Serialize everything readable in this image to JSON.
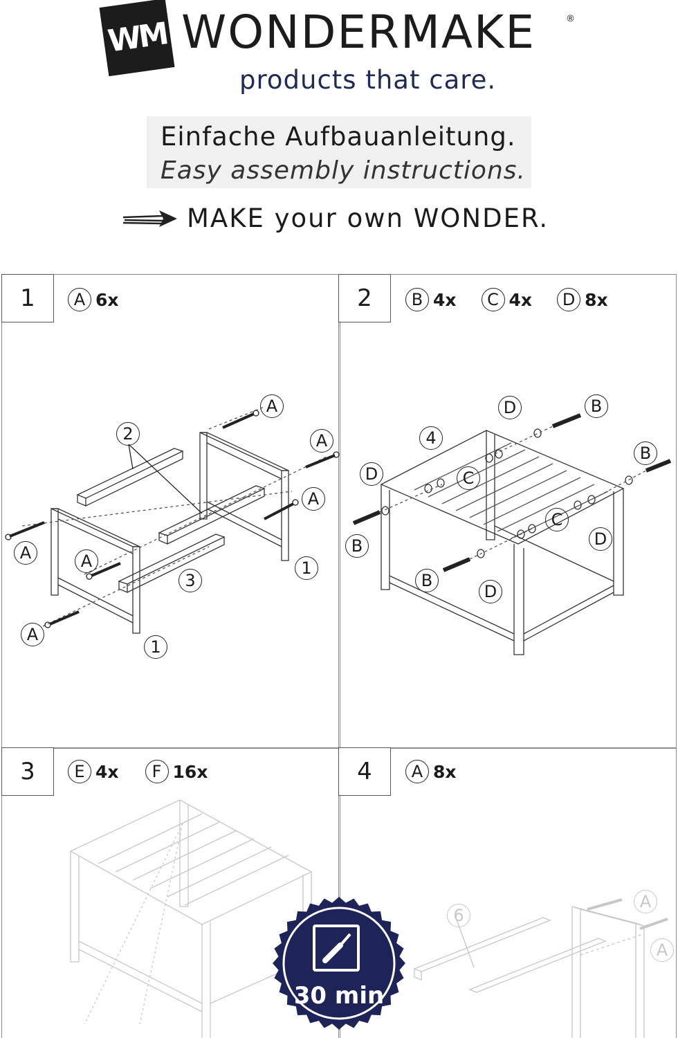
{
  "header": {
    "logo_mark": "WM",
    "brand": "WONDERMAKE",
    "registered": "®",
    "tagline": "products that care.",
    "instructions_de": "Einfache Aufbauanleitung.",
    "instructions_en": "Easy assembly instructions.",
    "motto": "MAKE your own WONDER."
  },
  "steps": [
    {
      "number": "1",
      "parts": [
        {
          "letter": "A",
          "qty": "6x"
        }
      ],
      "labels": {
        "a": "A",
        "n1": "1",
        "n2": "2",
        "n3": "3"
      }
    },
    {
      "number": "2",
      "parts": [
        {
          "letter": "B",
          "qty": "4x"
        },
        {
          "letter": "C",
          "qty": "4x"
        },
        {
          "letter": "D",
          "qty": "8x"
        }
      ],
      "labels": {
        "b": "B",
        "c": "C",
        "d": "D",
        "n4": "4"
      }
    },
    {
      "number": "3",
      "parts": [
        {
          "letter": "E",
          "qty": "4x"
        },
        {
          "letter": "F",
          "qty": "16x"
        }
      ]
    },
    {
      "number": "4",
      "parts": [
        {
          "letter": "A",
          "qty": "8x"
        }
      ],
      "labels": {
        "a": "A",
        "n6": "6"
      }
    }
  ],
  "badge": {
    "time": "30 min",
    "icon": "screwdriver-icon"
  },
  "colors": {
    "badge": "#1f2458",
    "text": "#1b1b1b",
    "accent": "#1f2a55"
  }
}
